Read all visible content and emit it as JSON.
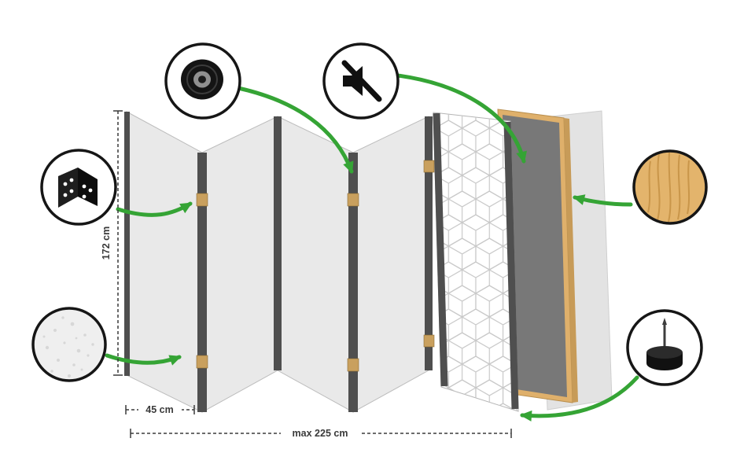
{
  "dimensions": {
    "height_label": "172 cm",
    "panel_width_label": "45 cm",
    "max_width_label": "max 225 cm"
  },
  "icons": {
    "hinge": "hinge-icon",
    "tape": "tape-roll-icon",
    "mute": "sound-dampening-icon",
    "wood": "wood-material-icon",
    "fleece": "fleece-texture-icon",
    "felt_pad": "felt-pad-icon"
  },
  "colors": {
    "accent": "#35a435",
    "panel": "#e9e9e9",
    "panel_edge": "#4f4f4f",
    "panel_outline": "#bdbdbd",
    "dark_panel": "#787878",
    "wood": "#dfb06b",
    "hinge": "#c9a05e",
    "outline": "#161616",
    "dimension": "#3a3a3a"
  }
}
